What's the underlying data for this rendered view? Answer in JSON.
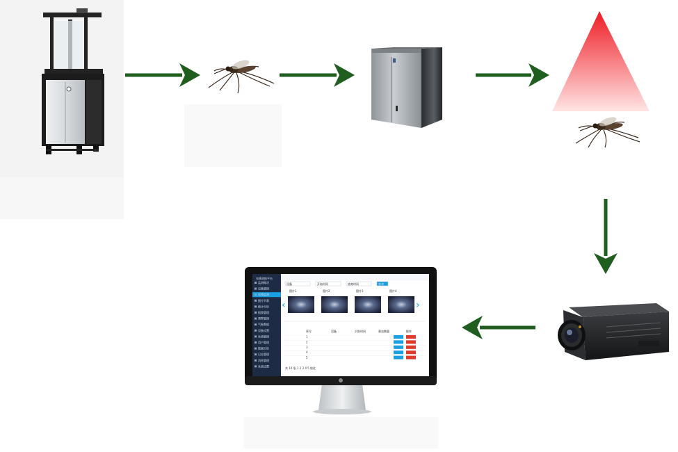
{
  "colors": {
    "arrow": "#1f5e1f",
    "sidebar": "#1d2b45",
    "accent": "#1aa0e0",
    "danger": "#e03a2c",
    "warning_gradient_top": "#ee1c24",
    "cabinet_body": "#d9dcdf"
  },
  "nodes": [
    {
      "id": "trap-device",
      "icon": "trap-cabinet-icon"
    },
    {
      "id": "mosquito-1",
      "icon": "mosquito-icon"
    },
    {
      "id": "collection-box",
      "icon": "steel-box-icon"
    },
    {
      "id": "light-beam",
      "icon": "red-triangle-icon"
    },
    {
      "id": "mosquito-2",
      "icon": "mosquito-icon"
    },
    {
      "id": "camera",
      "icon": "industrial-camera-icon"
    },
    {
      "id": "monitor",
      "icon": "desktop-monitor-icon"
    }
  ],
  "flow": [
    {
      "from": "trap-device",
      "to": "mosquito-1",
      "direction": "right"
    },
    {
      "from": "mosquito-1",
      "to": "collection-box",
      "direction": "right"
    },
    {
      "from": "collection-box",
      "to": "light-beam",
      "direction": "right"
    },
    {
      "from": "light-beam",
      "to": "camera",
      "direction": "down"
    },
    {
      "from": "camera",
      "to": "monitor",
      "direction": "left"
    }
  ],
  "screen": {
    "app_title": "虫情测报平台",
    "sidebar_items": [
      "监测概况",
      "设备管理",
      "虫情监测",
      "图片列表",
      "统计分析",
      "报表管理",
      "预警管理",
      "气象数据",
      "设备设置",
      "系统管理",
      "用户管理",
      "数据分析",
      "日志管理",
      "消息管理",
      "系统设置"
    ],
    "filters": [
      "设备",
      "开始时间",
      "结束时间",
      "查询"
    ],
    "image_captions": [
      "图片1",
      "图片2",
      "图片3",
      "图片4"
    ],
    "table_headers": [
      "序号",
      "设备",
      "识别时间",
      "害虫数量",
      "操作"
    ],
    "rows": 5,
    "pagination": "共 10 条  1 2 3 4 5  前往"
  }
}
